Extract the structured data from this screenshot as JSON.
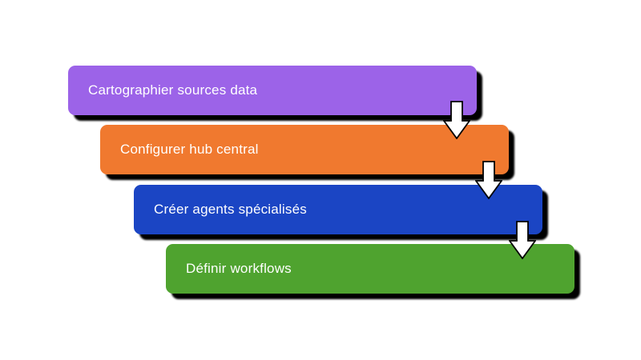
{
  "diagram": {
    "title": "Process steps diagram",
    "background_color": "#ffffff",
    "shadow_color": "#000000",
    "text_color": "#ffffff",
    "arrow": {
      "name": "down-arrow-icon",
      "fill": "#ffffff",
      "stroke": "#000000"
    },
    "steps": [
      {
        "label": "Cartographier sources data",
        "color": "#9c63e8"
      },
      {
        "label": "Configurer hub central",
        "color": "#f0792f"
      },
      {
        "label": "Créer agents spécialisés",
        "color": "#1b45c4"
      },
      {
        "label": "Définir workflows",
        "color": "#4fa32f"
      }
    ]
  }
}
